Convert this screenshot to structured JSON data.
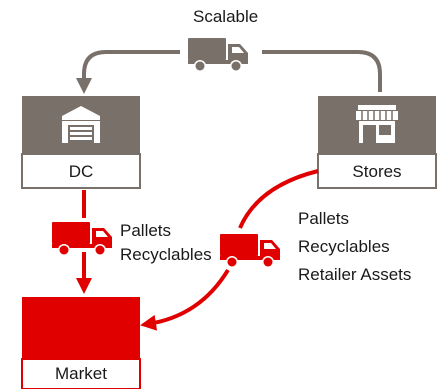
{
  "top_flow": {
    "label": "Scalable"
  },
  "nodes": {
    "dc": {
      "label": "DC",
      "icon": "warehouse-icon"
    },
    "stores": {
      "label": "Stores",
      "icon": "storefront-icon"
    },
    "market": {
      "label": "Market"
    }
  },
  "flows": {
    "dc_to_market": {
      "lines": [
        "Pallets",
        "Recyclables"
      ]
    },
    "stores_to_market": {
      "lines": [
        "Pallets",
        "Recyclables",
        "Retailer Assets"
      ]
    }
  },
  "colors": {
    "gray": "#7a706a",
    "red": "#e00000"
  }
}
